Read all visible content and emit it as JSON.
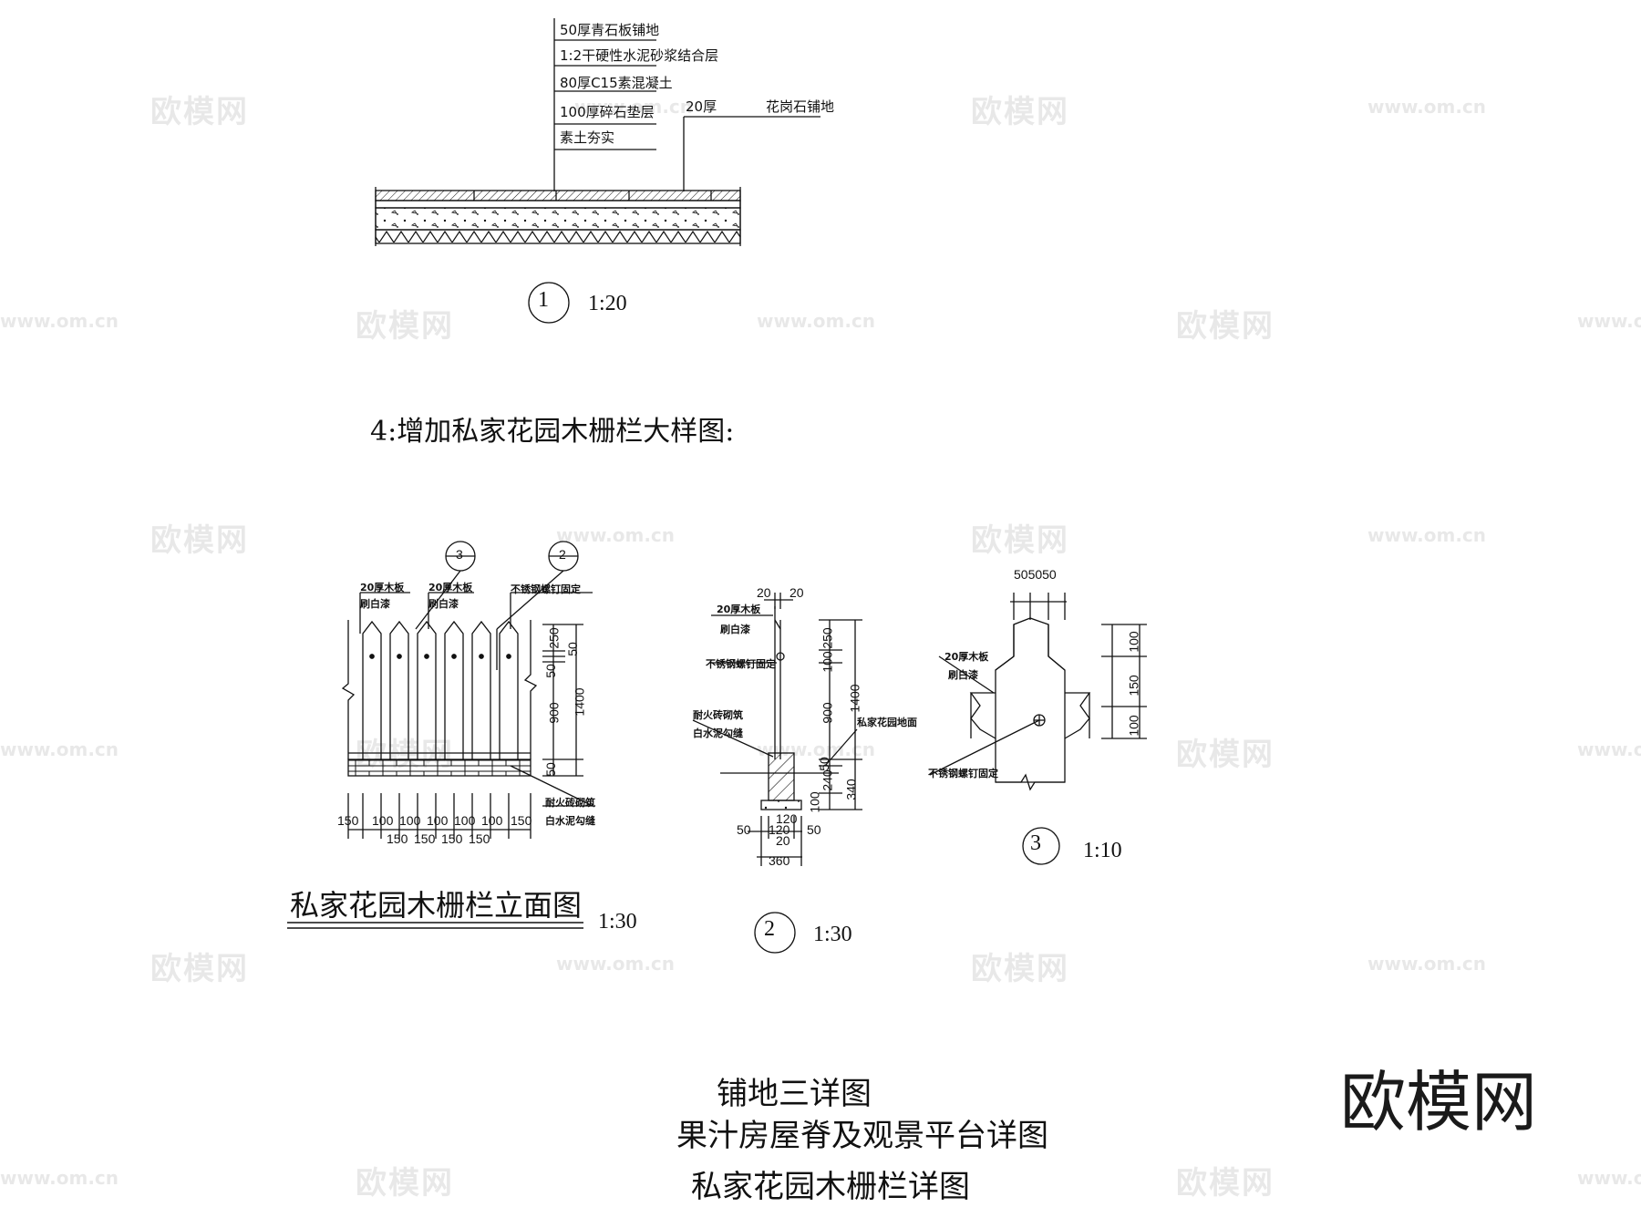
{
  "section1": {
    "layers": [
      "50厚青石板铺地",
      "1:2干硬性水泥砂浆结合层",
      "80厚C15素混凝土",
      "100厚碎石垫层",
      "素土夯实"
    ],
    "granite_thickness": "20厚",
    "granite_label": "花岗石铺地",
    "marker": "1",
    "scale": "1:20"
  },
  "heading": "4:增加私家花园木栅栏大样图:",
  "elevation": {
    "label_board1": "20厚木板",
    "label_paint1": "刷白漆",
    "label_board2": "20厚木板",
    "label_paint2": "刷白漆",
    "label_screw": "不锈钢螺钉固定",
    "ref3": "3",
    "ref2": "2",
    "label_brick": "耐火砖砌筑",
    "label_joint": "白水泥勾缝",
    "dims_right": [
      "250",
      "50",
      "50",
      "900",
      "1400",
      "50"
    ],
    "dims_bottom_top": [
      "150",
      "100",
      "100",
      "100",
      "100",
      "100",
      "150"
    ],
    "dims_bottom_low": [
      "150",
      "150",
      "150",
      "150"
    ],
    "title": "私家花园木栅栏立面图",
    "scale": "1:30"
  },
  "section2": {
    "top_dims": [
      "20",
      "20"
    ],
    "label_board": "20厚木板",
    "label_paint": "刷白漆",
    "label_screw": "不锈钢螺钉固定",
    "label_brick": "耐火砖砌筑",
    "label_joint": "白水泥勾缝",
    "label_ground": "私家花园地面",
    "dims_right": [
      "250",
      "100",
      "900",
      "1400",
      "50",
      "240",
      "100",
      "340"
    ],
    "dims_bottom": [
      "120",
      "50",
      "120",
      "50",
      "20",
      "360"
    ],
    "marker": "2",
    "scale": "1:30"
  },
  "section3": {
    "top_dims": "505050",
    "label_board": "20厚木板",
    "label_paint": "刷白漆",
    "label_screw": "不锈钢螺钉固定",
    "dims_right": [
      "100",
      "150",
      "100"
    ],
    "marker": "3",
    "scale": "1:10"
  },
  "titles": {
    "line1": "铺地三详图",
    "line2": "果汁房屋脊及观景平台详图",
    "line3": "私家花园木栅栏详图"
  },
  "brand": "欧模网",
  "watermark_cn": "欧模网",
  "watermark_url": "www.om.cn"
}
